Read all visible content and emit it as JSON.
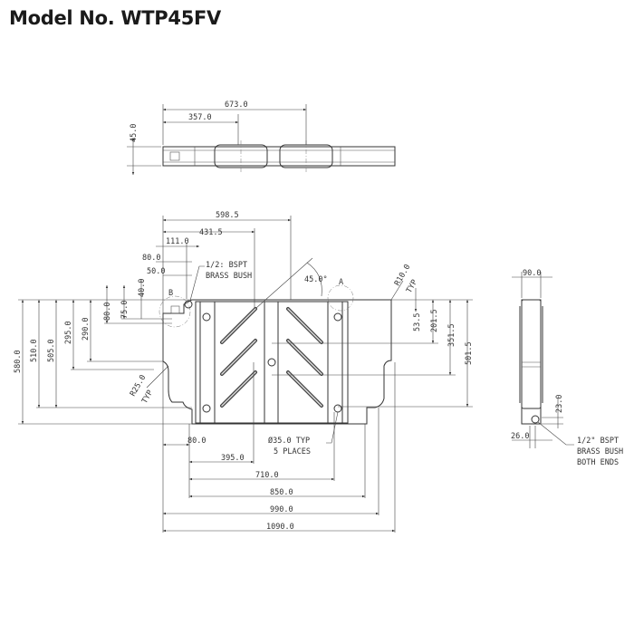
{
  "title": "Model No. WTP45FV",
  "top_view": {
    "d673": "673.0",
    "d357": "357.0",
    "d45": "45.0"
  },
  "front_view": {
    "d598_5": "598.5",
    "d431_5": "431.5",
    "d111": "111.0",
    "d80_top": "80.0",
    "d50": "50.0",
    "bush_label_1": "1/2: BSPT",
    "bush_label_2": "BRASS BUSH",
    "angle": "45.0°",
    "detail_a": "A",
    "detail_b": "B",
    "r10": "R10.0",
    "r10_typ": "TYP",
    "r25": "R25.0",
    "r25_typ": "TYP",
    "d580": "580.0",
    "d510": "510.0",
    "d505": "505.0",
    "d295": "295.0",
    "d290": "290.0",
    "d80_v": "80.0",
    "d75": "75.0",
    "d40": "40.0",
    "d53_5": "53.5",
    "d201_5": "201.5",
    "d351_5": "351.5",
    "d501_5": "501.5",
    "hole_1": "Ø35.0 TYP",
    "hole_2": "5 PLACES",
    "d80_b": "80.0",
    "d395": "395.0",
    "d710": "710.0",
    "d850": "850.0",
    "d990": "990.0",
    "d1090": "1090.0"
  },
  "side_view": {
    "d90": "90.0",
    "d23": "23.0",
    "d26": "26.0",
    "note_1": "1/2\" BSPT",
    "note_2": "BRASS BUSH",
    "note_3": "BOTH ENDS"
  }
}
